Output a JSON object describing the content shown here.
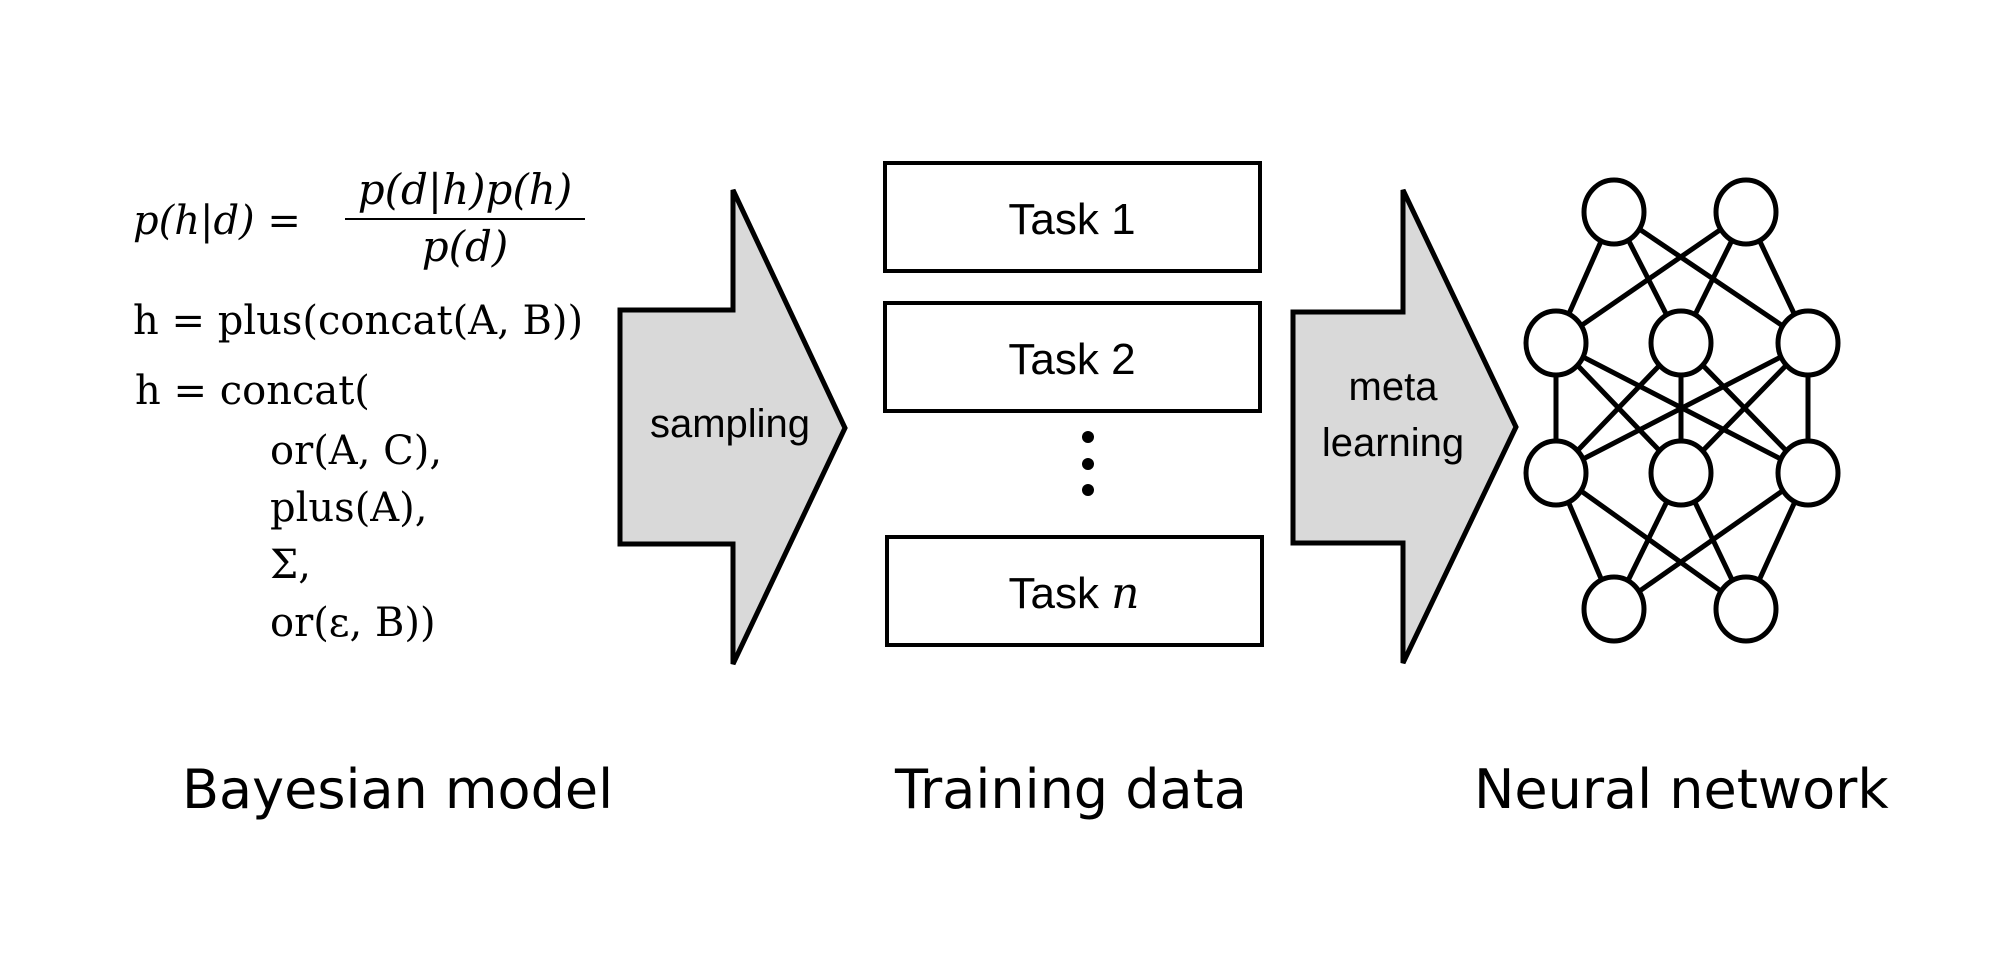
{
  "bayesian": {
    "bayes_lhs": "p(h|d) =",
    "bayes_num": "p(d|h)p(h)",
    "bayes_den": "p(d)",
    "line1": "h = plus(concat(A, B))",
    "line2_head": "h = concat(",
    "line2_args": [
      "or(A, C),",
      "plus(A),",
      "Σ,",
      "or(ε, B))"
    ],
    "caption": "Bayesian model"
  },
  "arrow1": {
    "label": "sampling",
    "fill": "#d9d9d9"
  },
  "training": {
    "tasks": [
      "Task 1",
      "Task 2",
      "Task n"
    ],
    "ellipsis": "⋮",
    "caption": "Training data"
  },
  "arrow2": {
    "label_lines": [
      "meta",
      "learning"
    ],
    "fill": "#d9d9d9"
  },
  "network": {
    "layers": [
      2,
      3,
      3,
      2
    ],
    "caption": "Neural network"
  }
}
